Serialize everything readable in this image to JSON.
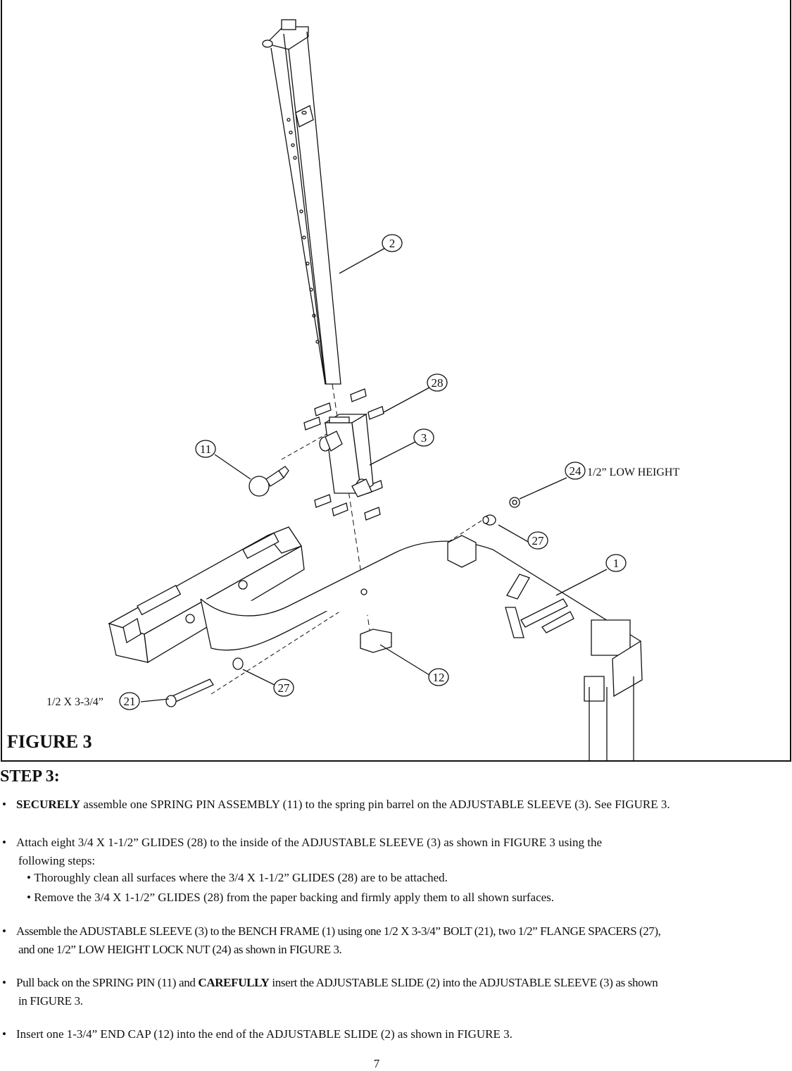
{
  "figure": {
    "title": "FIGURE 3",
    "callouts": [
      "2",
      "28",
      "3",
      "11",
      "24",
      "27",
      "1",
      "12",
      "27",
      "21"
    ],
    "labels": {
      "lock_nut": "1/2” LOW HEIGHT",
      "bolt": "1/2 X 3-3/4”"
    }
  },
  "step": {
    "title": "STEP 3:",
    "bullet": "•",
    "items": [
      {
        "strong": "SECURELY",
        "text": " assemble one SPRING PIN ASSEMBLY (11) to the spring pin barrel on the ADJUSTABLE SLEEVE (3). See FIGURE 3."
      },
      {
        "text": "Attach eight 3/4 X 1-1/2” GLIDES (28) to the inside of the ADJUSTABLE SLEEVE (3) as shown in FIGURE 3 using the",
        "cont": "following steps:",
        "sub": [
          "Thoroughly clean all surfaces where the 3/4 X 1-1/2” GLIDES (28) are to be attached.",
          "Remove the 3/4 X 1-1/2” GLIDES (28) from the paper backing and firmly apply them to all shown surfaces."
        ]
      },
      {
        "text": "Assemble the ADUSTABLE SLEEVE (3) to the BENCH FRAME (1) using one 1/2 X 3-3/4” BOLT (21), two 1/2” FLANGE SPACERS (27),",
        "cont": "and one 1/2” LOW HEIGHT LOCK NUT (24) as shown in FIGURE 3."
      },
      {
        "pre": "Pull back on the SPRING PIN (11) and ",
        "strong": "CAREFULLY",
        "text": " insert the ADJUSTABLE SLIDE (2) into the ADJUSTABLE SLEEVE (3) as shown",
        "cont": "in FIGURE 3."
      },
      {
        "text": "Insert one 1-3/4” END CAP (12) into the end of the ADJUSTABLE SLIDE (2) as shown in FIGURE 3."
      }
    ]
  },
  "page_number": "7"
}
